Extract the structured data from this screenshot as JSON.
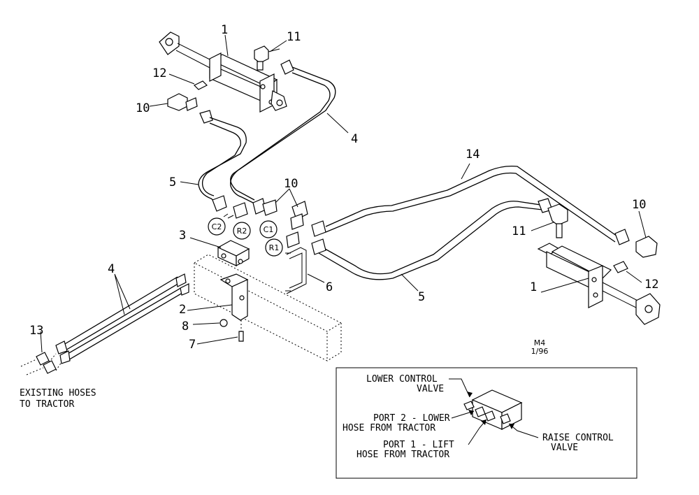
{
  "callouts": {
    "n1_top": "1",
    "n11_top": "11",
    "n12_top": "12",
    "n10_top": "10",
    "n4_top": "4",
    "n14": "14",
    "n5_mid": "5",
    "n10_mid": "10",
    "n10_right": "10",
    "n11_right": "11",
    "n3": "3",
    "n4_left": "4",
    "n12_right": "12",
    "n1_right": "1",
    "n6": "6",
    "n5_right": "5",
    "n2": "2",
    "n8": "8",
    "n7": "7",
    "n13": "13"
  },
  "ports": {
    "c2": "C2",
    "r2": "R2",
    "c1": "C1",
    "r1": "R1"
  },
  "drawing_ref": {
    "code": "M4",
    "date": "1/96"
  },
  "caption": {
    "line1": "EXISTING HOSES",
    "line2": "TO TRACTOR"
  },
  "inset": {
    "lower_control_1": "LOWER CONTROL",
    "lower_control_2": "VALVE",
    "port2_1": "PORT 2 - LOWER",
    "port2_2": "HOSE FROM TRACTOR",
    "port1_1": "PORT 1 - LIFT",
    "port1_2": "HOSE FROM TRACTOR",
    "raise_1": "RAISE CONTROL",
    "raise_2": "VALVE"
  }
}
